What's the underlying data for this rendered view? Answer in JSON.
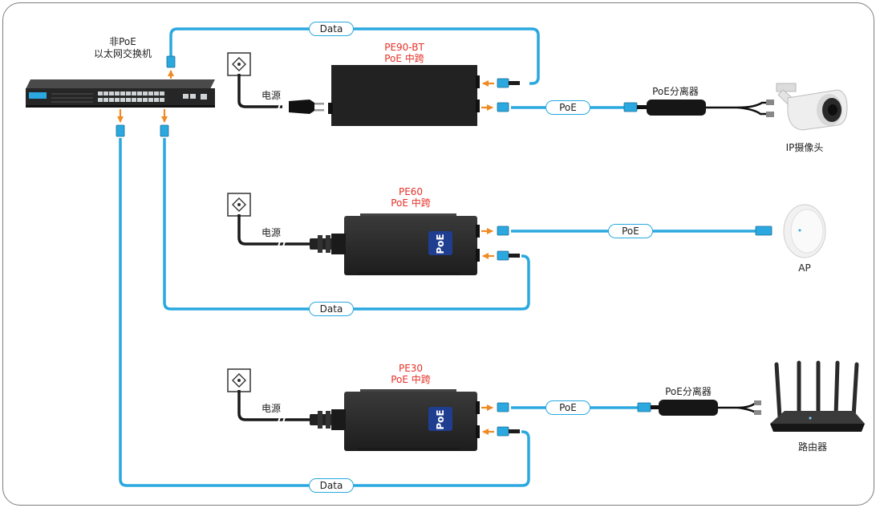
{
  "diagram": {
    "colors": {
      "cable": "#2aa8df",
      "arrow": "#f08a24",
      "device": "#2b2b2b",
      "model_text": "#e63027",
      "frame": "#7d7d7d"
    },
    "switch": {
      "title_line1": "非PoE",
      "title_line2": "以太网交换机"
    },
    "injectors": [
      {
        "model": "PE90-BT",
        "type": "PoE 中跨",
        "power_label": "电源"
      },
      {
        "model": "PE60",
        "type": "PoE 中跨",
        "power_label": "电源"
      },
      {
        "model": "PE30",
        "type": "PoE 中跨",
        "power_label": "电源"
      }
    ],
    "splitters": [
      {
        "label": "PoE分离器"
      },
      {
        "label": "PoE分离器"
      }
    ],
    "endpoints": [
      {
        "label": "IP摄像头",
        "icon": "ip-camera-icon"
      },
      {
        "label": "AP",
        "icon": "access-point-icon"
      },
      {
        "label": "路由器",
        "icon": "router-icon"
      }
    ],
    "links": {
      "data_1": "Data",
      "data_2": "Data",
      "data_3": "Data",
      "poe_1": "PoE",
      "poe_2": "PoE",
      "poe_3": "PoE"
    }
  }
}
